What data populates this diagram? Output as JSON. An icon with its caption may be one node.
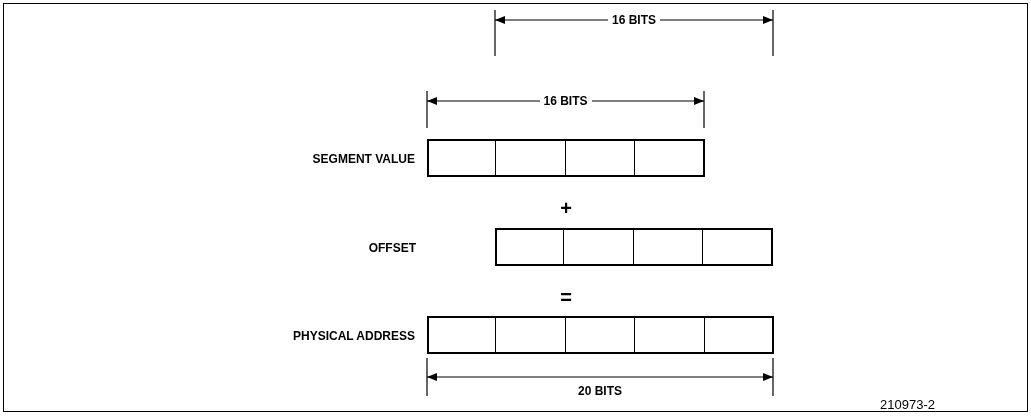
{
  "diagram": {
    "nodes": [
      {
        "text": [],
        "shape": "box",
        "beside": [
          "SEGMENT VALUE"
        ]
      },
      {
        "text": [],
        "shape": "box"
      },
      {
        "text": [],
        "shape": "box",
        "beside": [
          "PHYSICAL ADDRESS"
        ]
      }
    ],
    "labels": [
      "16 BITS",
      "16 BITS",
      "+",
      "OFFSET",
      "=",
      "20 BITS",
      "210973-2"
    ]
  }
}
